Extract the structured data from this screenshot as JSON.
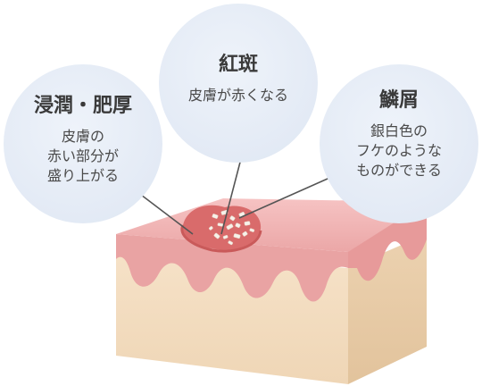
{
  "labels": {
    "left": {
      "title": "浸潤・肥厚",
      "desc": "皮膚の\n赤い部分が\n盛り上がる"
    },
    "center": {
      "title": "紅斑",
      "desc": "皮膚が赤くなる"
    },
    "right": {
      "title": "鱗屑",
      "desc": "銀白色の\nフケのような\nものができる"
    }
  },
  "colors": {
    "bubble": "#e3eaf5",
    "epidermis": "#e9a3a3",
    "dermis": "#f3dcc0",
    "plaque": "#d96b6b",
    "scale": "#f6f1ea",
    "leader": "#555555"
  }
}
